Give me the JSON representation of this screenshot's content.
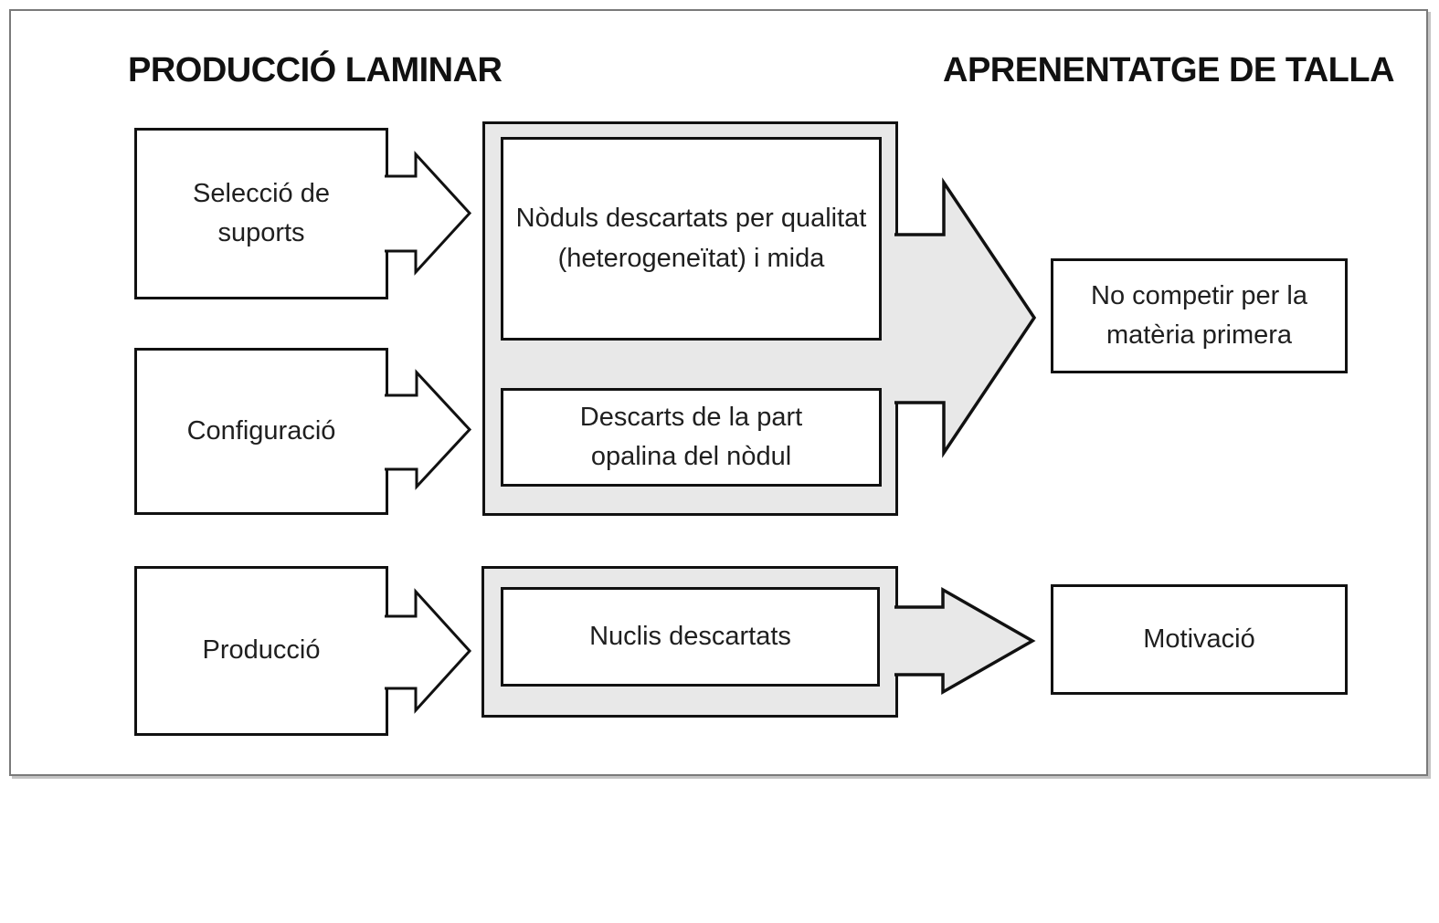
{
  "titles": {
    "left": "PRODUCCIÓ LAMINAR",
    "right": "APRENENTATGE DE TALLA"
  },
  "left_boxes": [
    {
      "label": "Selecció de suports"
    },
    {
      "label": "Configuració"
    },
    {
      "label": "Producció"
    }
  ],
  "container_boxes": [
    {
      "label": "Nòduls descartats per qualitat (heterogeneïtat) i mida"
    },
    {
      "label": "Descarts de la part opalina del nòdul"
    },
    {
      "label": "Nuclis descartats"
    }
  ],
  "right_boxes": [
    {
      "label": "No competir per la matèria primera"
    },
    {
      "label": "Motivació"
    }
  ],
  "arrows": [
    {
      "name": "seleccio-to-container",
      "style": "white-block-arrow"
    },
    {
      "name": "configuracio-to-container",
      "style": "white-block-arrow"
    },
    {
      "name": "produccio-to-container",
      "style": "white-block-arrow"
    },
    {
      "name": "container1-to-no-competir",
      "style": "gray-block-arrow"
    },
    {
      "name": "container2-to-motivacio",
      "style": "gray-block-arrow"
    }
  ],
  "colors": {
    "container_fill": "#e8e8e8",
    "outline": "#111111",
    "frame_border": "#7a7a7a",
    "text": "#1f1f1f",
    "background": "#ffffff"
  }
}
